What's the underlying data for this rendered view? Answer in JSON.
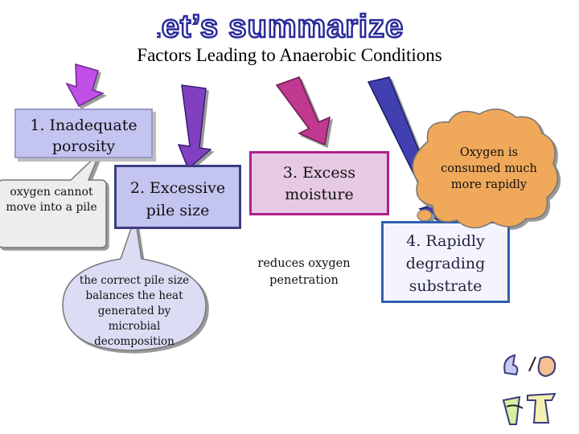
{
  "header": {
    "wordart_title": "Let’s summarize :",
    "subtitle": "Factors Leading to Anaerobic Conditions"
  },
  "factors": {
    "f1": "1. Inadequate porosity",
    "f2": "2. Excessive pile size",
    "f3": "3. Excess moisture",
    "f4": "4. Rapidly degrading substrate"
  },
  "callouts": {
    "porosity_note": "oxygen cannot move into a pile",
    "pile_size_note": "the correct pile size balances the heat generated by microbial decomposition",
    "moisture_note": "reduces oxygen penetration",
    "substrate_note": "Oxygen is consumed much more rapidly"
  },
  "colors": {
    "title_fill": "#3333cc",
    "arrow_magenta": "#c050e8",
    "arrow_purple": "#8040c0",
    "arrow_pink": "#c03890",
    "arrow_blue": "#4040b0"
  },
  "icons": [
    "decorative-clipart-icon"
  ]
}
